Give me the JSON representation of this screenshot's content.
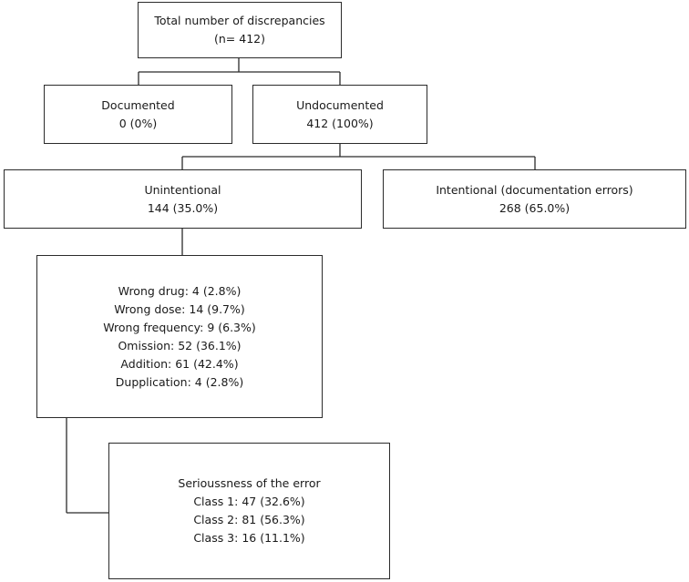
{
  "total": {
    "title": "Total number of discrepancies",
    "value": "(n= 412)"
  },
  "documented": {
    "title": "Documented",
    "value": "0 (0%)"
  },
  "undocumented": {
    "title": "Undocumented",
    "value": "412 (100%)"
  },
  "unintentional": {
    "title": "Unintentional",
    "value": "144 (35.0%)"
  },
  "intentional": {
    "title": "Intentional (documentation errors)",
    "value": "268 (65.0%)"
  },
  "error_types": [
    "Wrong drug: 4 (2.8%)",
    "Wrong dose: 14 (9.7%)",
    "Wrong frequency: 9 (6.3%)",
    "Omission: 52 (36.1%)",
    "Addition: 61 (42.4%)",
    "Dupplication: 4 (2.8%)"
  ],
  "seriousness": {
    "title": "Serioussness of the error",
    "classes": [
      "Class 1: 47 (32.6%)",
      "Class 2: 81 (56.3%)",
      "Class 3: 16 (11.1%)"
    ]
  }
}
